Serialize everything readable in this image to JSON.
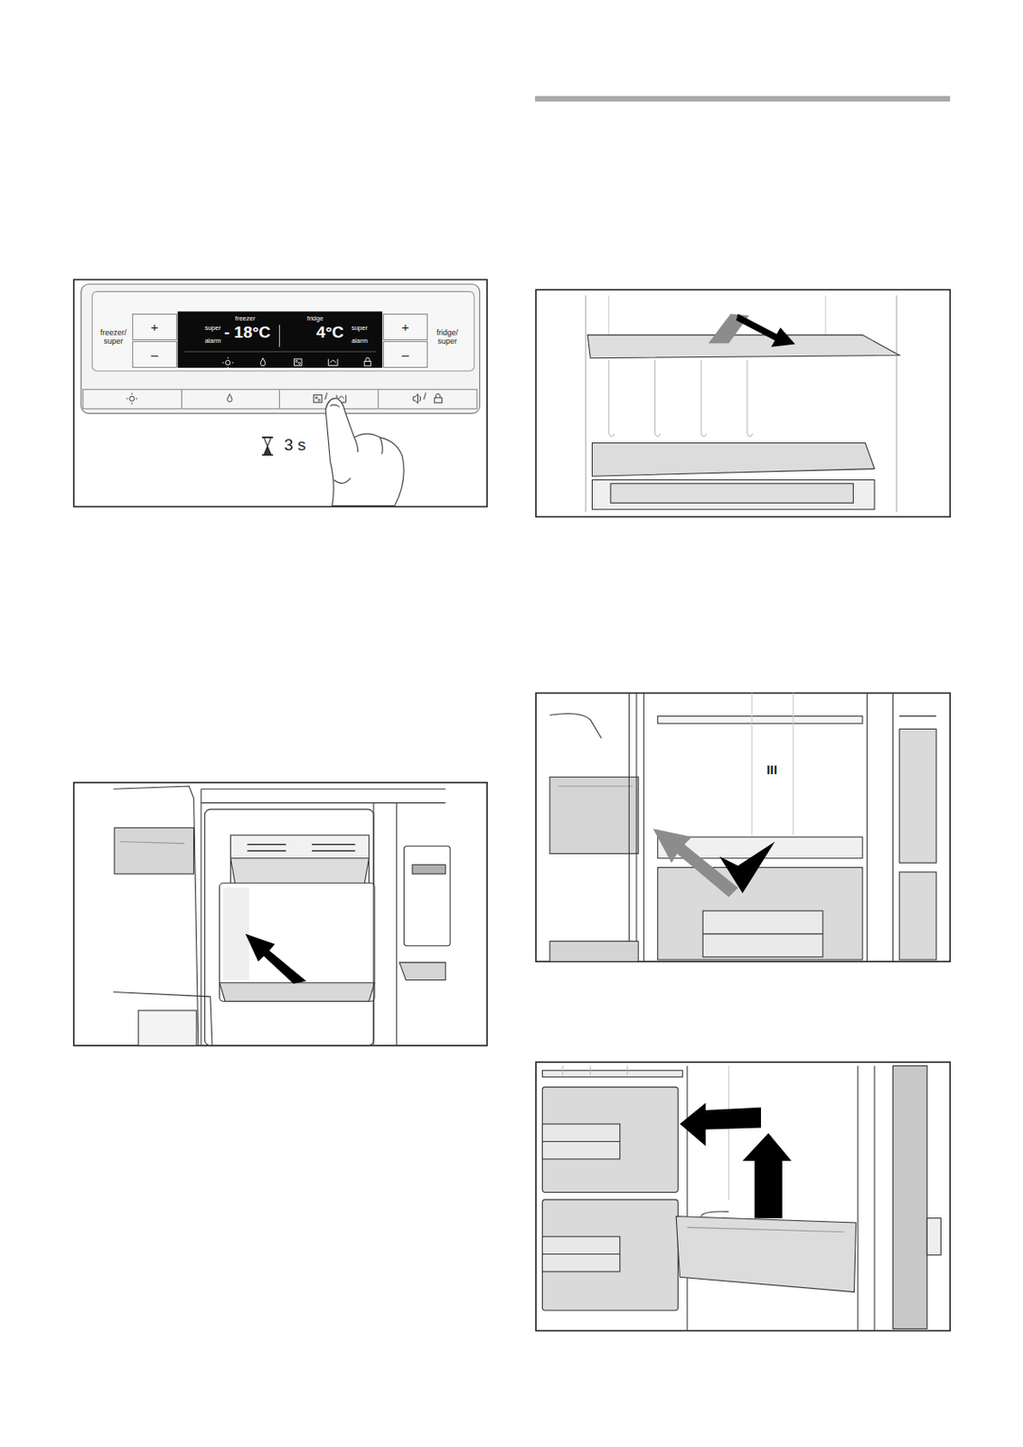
{
  "diagram": {
    "nodes": [
      {
        "text": [
          "+"
        ]
      },
      {
        "text": [
          "–"
        ]
      },
      {
        "text": [
          "freezer",
          "super",
          "alarm",
          "- 18°C",
          "fridge",
          "4°C",
          "super",
          "alarm"
        ]
      },
      {
        "text": [
          "+"
        ]
      },
      {
        "text": [
          "–"
        ]
      }
    ],
    "labels": [
      "freezer/ super",
      "fridge/ super",
      "/",
      "/",
      "3 s",
      "III"
    ]
  }
}
